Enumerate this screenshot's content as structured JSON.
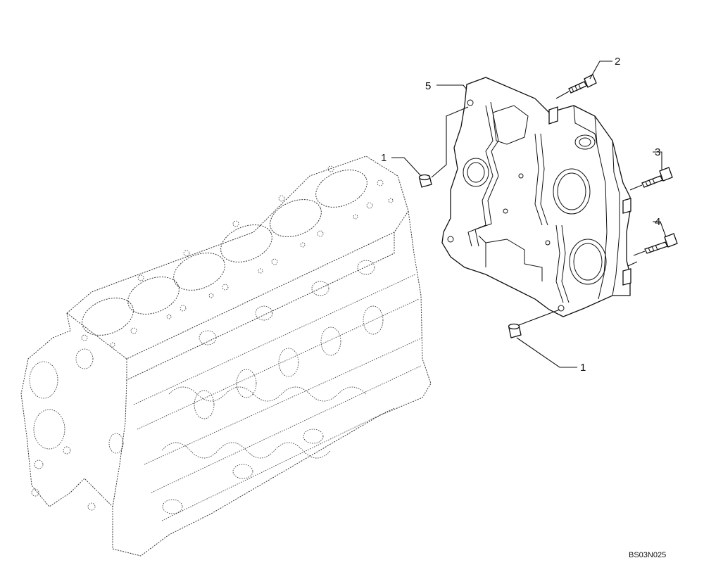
{
  "callouts": {
    "c1_top": "1",
    "c1_bottom": "1",
    "c2": "2",
    "c3": "3",
    "c4": "4",
    "c5": "5"
  },
  "drawing_code": "BS03N025",
  "parts": [
    "spacer-bushing-icon",
    "cap-screw-icon",
    "timing-gear-housing-icon",
    "engine-block-icon"
  ]
}
